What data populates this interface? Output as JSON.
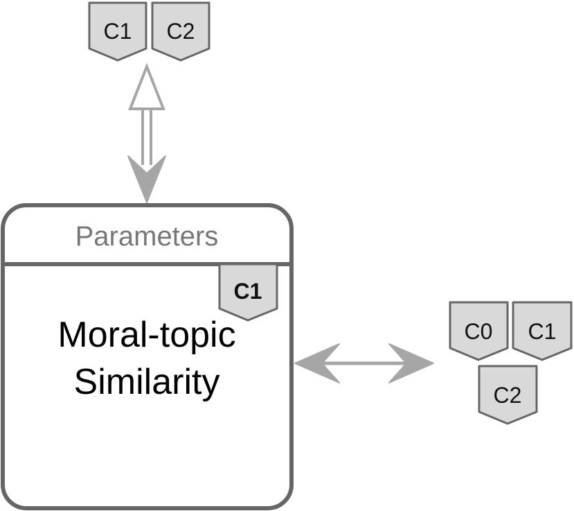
{
  "top_tags": [
    "C1",
    "C2"
  ],
  "component": {
    "header": "Parameters",
    "badge": "C1",
    "title_line1": "Moral-topic",
    "title_line2": "Similarity"
  },
  "right_tags": [
    "C0",
    "C1",
    "C2"
  ],
  "colors": {
    "tag_fill": "#d9d9d9",
    "stroke": "#666666",
    "arrow": "#a6a6a6"
  }
}
